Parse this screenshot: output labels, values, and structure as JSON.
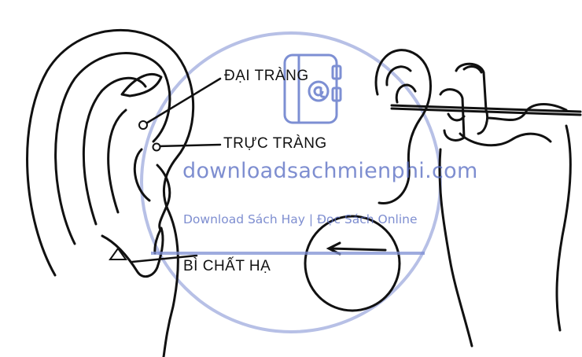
{
  "labels": {
    "dai_trang": "ĐẠI TRÀNG",
    "truc_trang": "TRỰC TRÀNG",
    "bi_chat_ha": "BÌ CHẤT HẠ"
  },
  "watermark": {
    "site": "downloadsachmienphi.com",
    "tagline": "Download Sách Hay | Đọc Sách Online",
    "color": "#5b6fc4"
  },
  "icons": [
    "ear-drawing",
    "hand-with-probe-drawing",
    "notebook-at-icon",
    "arrow-icon",
    "triangle-marker-icon"
  ]
}
